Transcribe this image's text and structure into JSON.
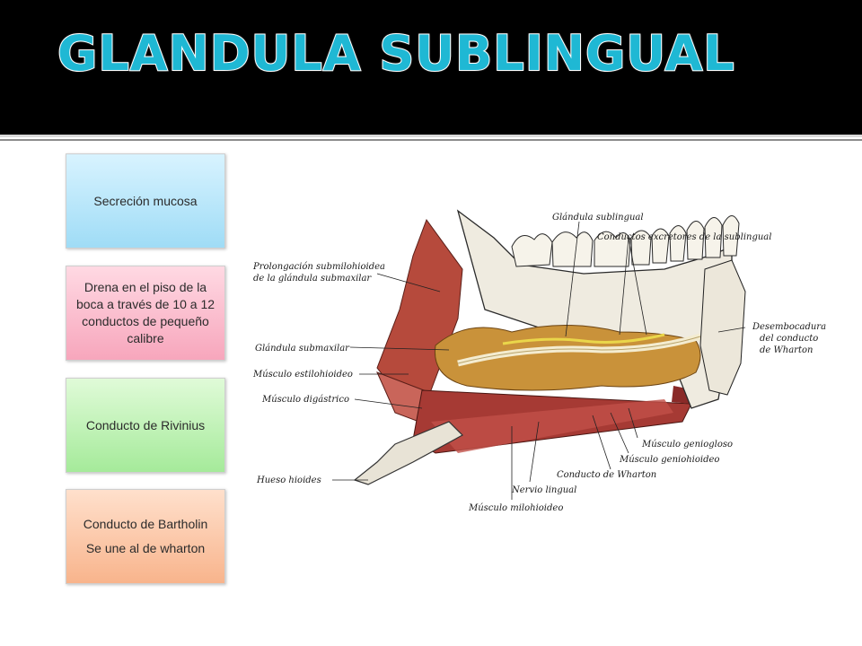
{
  "title": "GLANDULA SUBLINGUAL",
  "boxes": {
    "b1": "Secreción mucosa",
    "b2": "Drena en el piso de la boca a través de 10 a 12 conductos de pequeño calibre",
    "b3": "Conducto de Rivinius",
    "b4_line1": "Conducto de Bartholin",
    "b4_line2": "Se une al de wharton"
  },
  "diagram_labels": {
    "glandula_sublingual": "Glándula sublingual",
    "conductos_excretores": "Conductos excretores de la sublingual",
    "prolongacion_1": "Prolongación submilohioidea",
    "prolongacion_2": "de la glándula submaxilar",
    "desembocadura_1": "Desembocadura",
    "desembocadura_2": "del conducto",
    "desembocadura_3": "de Wharton",
    "glandula_submaxilar": "Glándula submaxilar",
    "estilohioideo": "Músculo estilohioideo",
    "digastrico": "Músculo digástrico",
    "geniogloso": "Músculo geniogloso",
    "geniohioideo": "Músculo geniohioideo",
    "conducto_wharton": "Conducto de Wharton",
    "hueso_hioides": "Hueso hioides",
    "nervio_lingual": "Nervio lingual",
    "milohioideo": "Músculo milohioideo"
  },
  "colors": {
    "title_fill": "#1fb8d4",
    "header_bg": "#000000"
  }
}
